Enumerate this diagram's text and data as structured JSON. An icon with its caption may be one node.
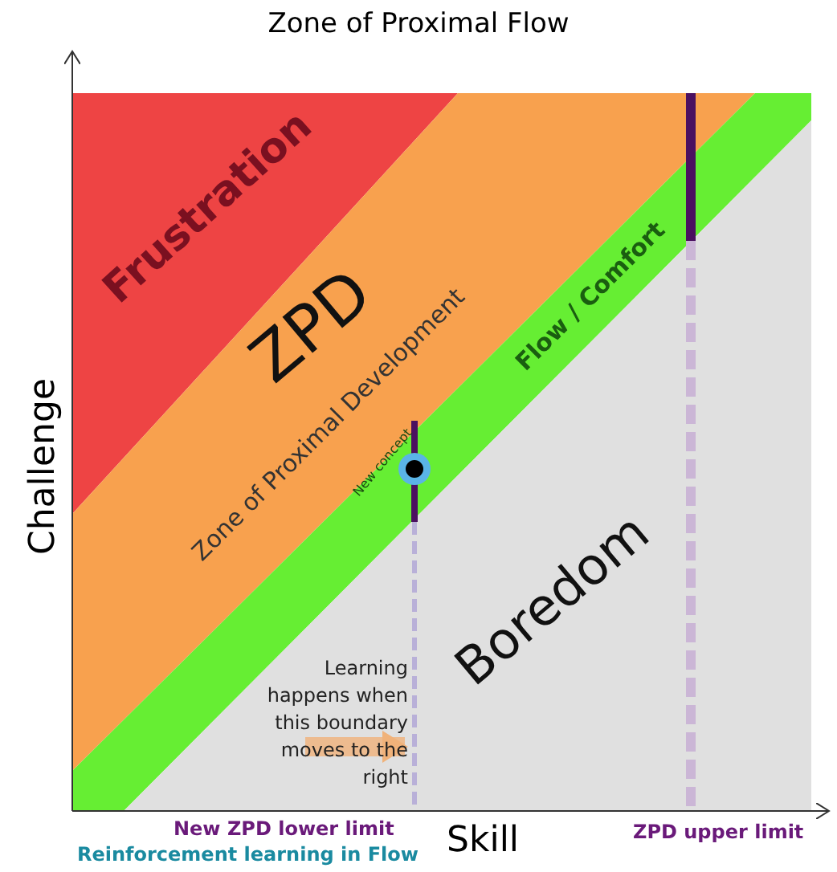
{
  "diagram": {
    "title": "Zone of Proximal Flow",
    "nodes": [
      {
        "text": [
          "Frustration"
        ]
      },
      {
        "text": [
          "ZPD",
          "Zone of Proximal Development"
        ]
      },
      {
        "text": [
          "Flow / Comfort"
        ]
      },
      {
        "text": [
          "Boredom"
        ]
      }
    ],
    "labels": [
      "New concept",
      "Learning happens when this boundary moves to the right",
      "Challenge",
      "Skill",
      "New ZPD lower limit",
      "Reinforcement learning in Flow",
      "ZPD upper limit"
    ]
  }
}
